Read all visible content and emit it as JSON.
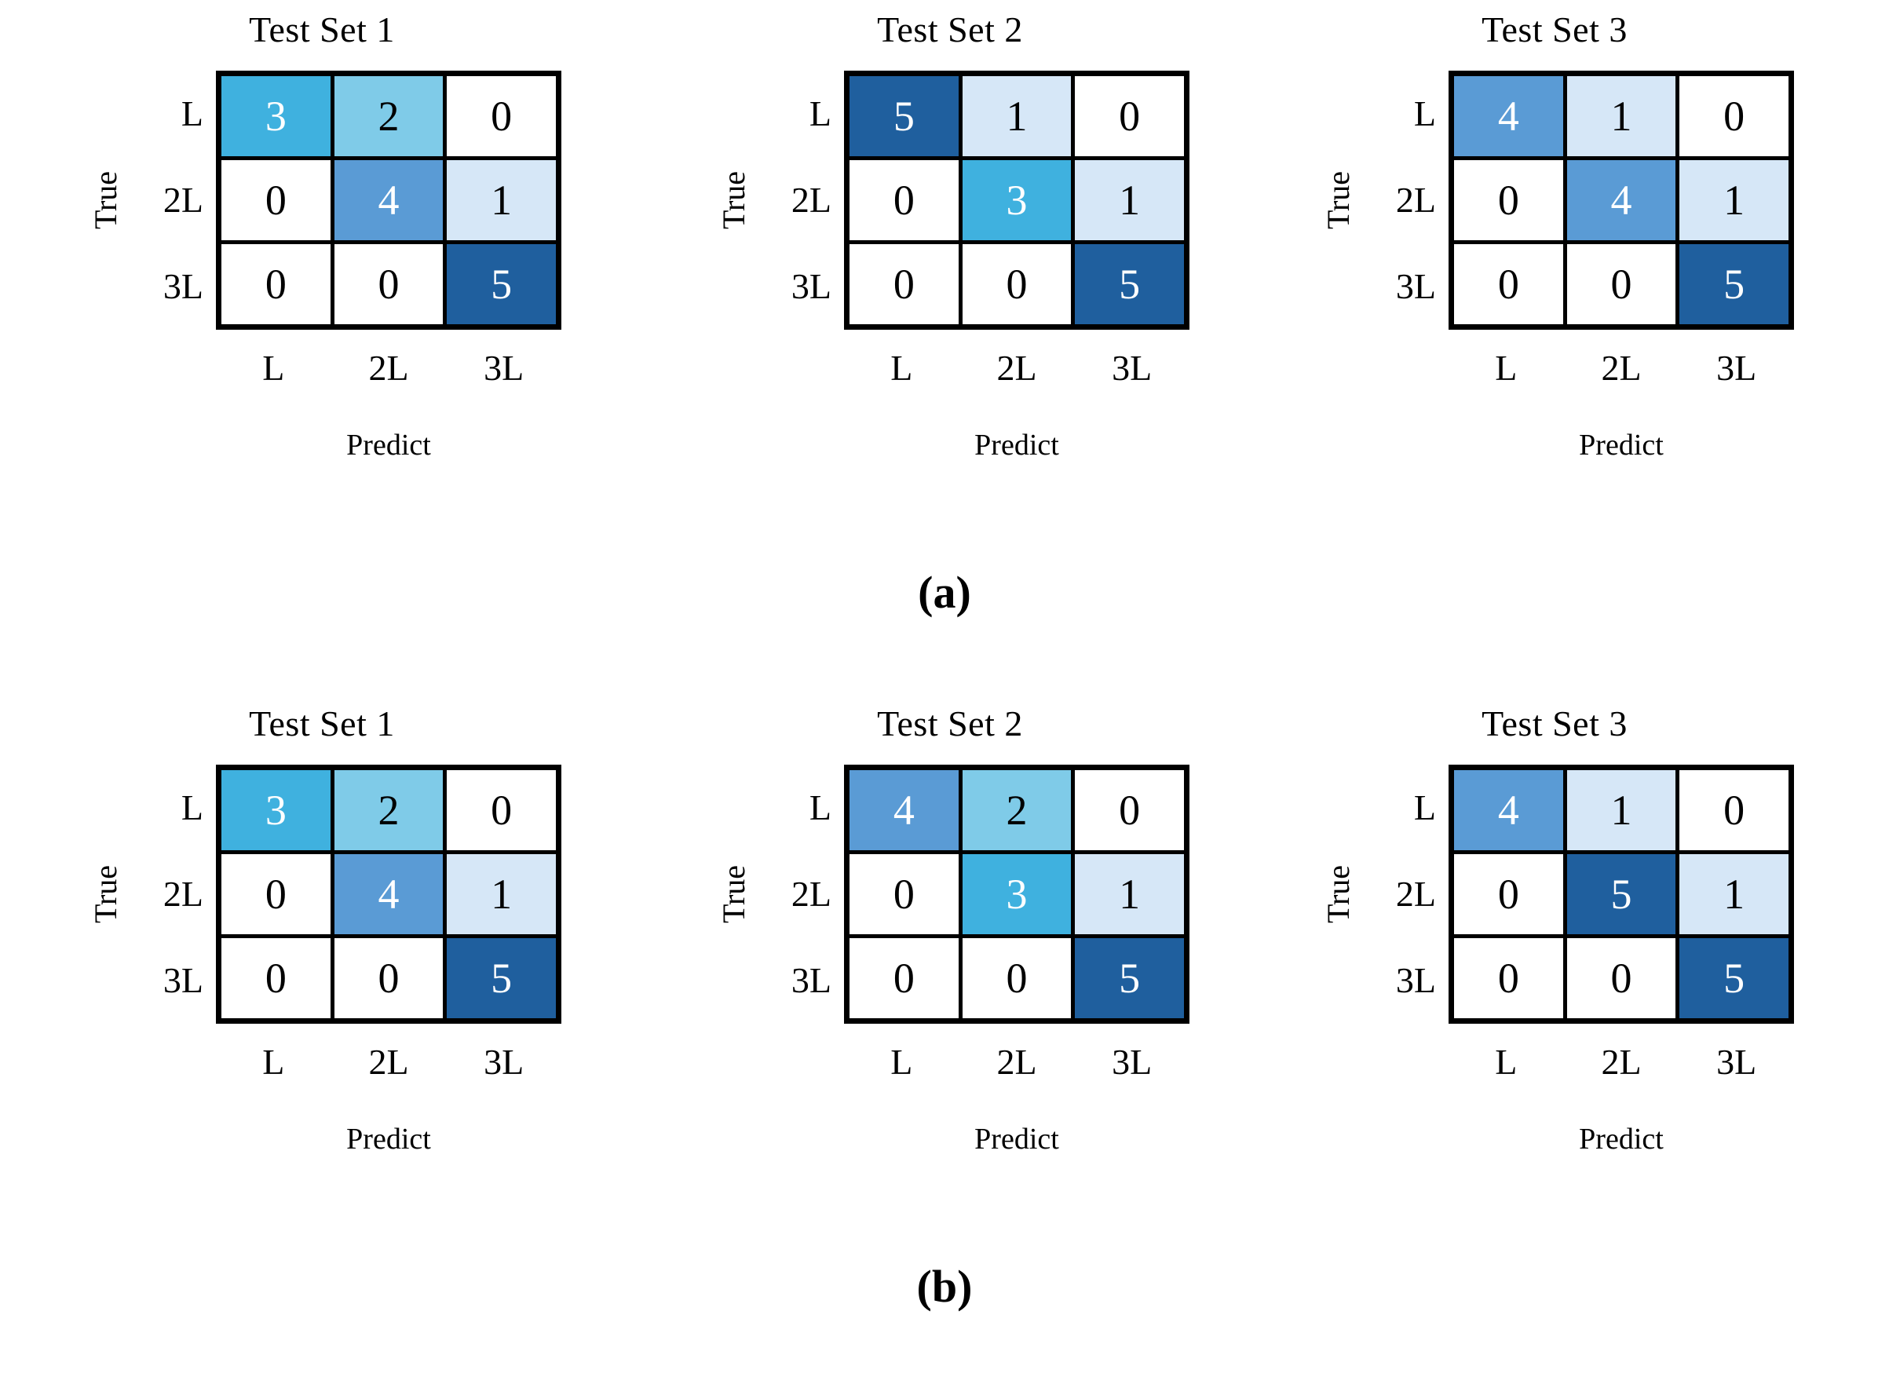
{
  "figure": {
    "axis": {
      "y_label": "True",
      "x_label": "Predict",
      "row_labels": [
        "L",
        "2L",
        "3L"
      ],
      "col_labels": [
        "L",
        "2L",
        "3L"
      ]
    },
    "color_scale": {
      "0": "#ffffff",
      "1": "#d6e7f7",
      "2": "#7fcbe8",
      "3": "#3fb1df",
      "4": "#5a9bd5",
      "5": "#1f5f9e"
    },
    "text_color_light": "#ffffff",
    "text_color_dark": "#000000",
    "border_color": "#000000"
  },
  "panels": [
    {
      "caption": "(a)",
      "matrices": [
        {
          "title": "Test Set 1",
          "values": [
            [
              3,
              2,
              0
            ],
            [
              0,
              4,
              1
            ],
            [
              0,
              0,
              5
            ]
          ]
        },
        {
          "title": "Test Set 2",
          "values": [
            [
              5,
              1,
              0
            ],
            [
              0,
              3,
              1
            ],
            [
              0,
              0,
              5
            ]
          ]
        },
        {
          "title": "Test Set 3",
          "values": [
            [
              4,
              1,
              0
            ],
            [
              0,
              4,
              1
            ],
            [
              0,
              0,
              5
            ]
          ]
        }
      ]
    },
    {
      "caption": "(b)",
      "matrices": [
        {
          "title": "Test Set 1",
          "values": [
            [
              3,
              2,
              0
            ],
            [
              0,
              4,
              1
            ],
            [
              0,
              0,
              5
            ]
          ]
        },
        {
          "title": "Test Set 2",
          "values": [
            [
              4,
              2,
              0
            ],
            [
              0,
              3,
              1
            ],
            [
              0,
              0,
              5
            ]
          ]
        },
        {
          "title": "Test Set 3",
          "values": [
            [
              4,
              1,
              0
            ],
            [
              0,
              5,
              1
            ],
            [
              0,
              0,
              5
            ]
          ]
        }
      ]
    }
  ],
  "chart_data": {
    "type": "heatmap",
    "title": "",
    "subtitle": "",
    "xlabel": "Predict",
    "ylabel": "True",
    "categories_x": [
      "L",
      "2L",
      "3L"
    ],
    "categories_y": [
      "L",
      "2L",
      "3L"
    ],
    "grid": true,
    "legend": "none",
    "colormap": "Blues",
    "value_range": [
      0,
      5
    ],
    "annotations": [
      "(a)",
      "(b)"
    ],
    "subplots": [
      {
        "panel": "(a)",
        "title": "Test Set 1",
        "matrix": [
          [
            3,
            2,
            0
          ],
          [
            0,
            4,
            1
          ],
          [
            0,
            0,
            5
          ]
        ]
      },
      {
        "panel": "(a)",
        "title": "Test Set 2",
        "matrix": [
          [
            5,
            1,
            0
          ],
          [
            0,
            3,
            1
          ],
          [
            0,
            0,
            5
          ]
        ]
      },
      {
        "panel": "(a)",
        "title": "Test Set 3",
        "matrix": [
          [
            4,
            1,
            0
          ],
          [
            0,
            4,
            1
          ],
          [
            0,
            0,
            5
          ]
        ]
      },
      {
        "panel": "(b)",
        "title": "Test Set 1",
        "matrix": [
          [
            3,
            2,
            0
          ],
          [
            0,
            4,
            1
          ],
          [
            0,
            0,
            5
          ]
        ]
      },
      {
        "panel": "(b)",
        "title": "Test Set 2",
        "matrix": [
          [
            4,
            2,
            0
          ],
          [
            0,
            3,
            1
          ],
          [
            0,
            0,
            5
          ]
        ]
      },
      {
        "panel": "(b)",
        "title": "Test Set 3",
        "matrix": [
          [
            4,
            1,
            0
          ],
          [
            0,
            5,
            1
          ],
          [
            0,
            0,
            5
          ]
        ]
      }
    ]
  }
}
